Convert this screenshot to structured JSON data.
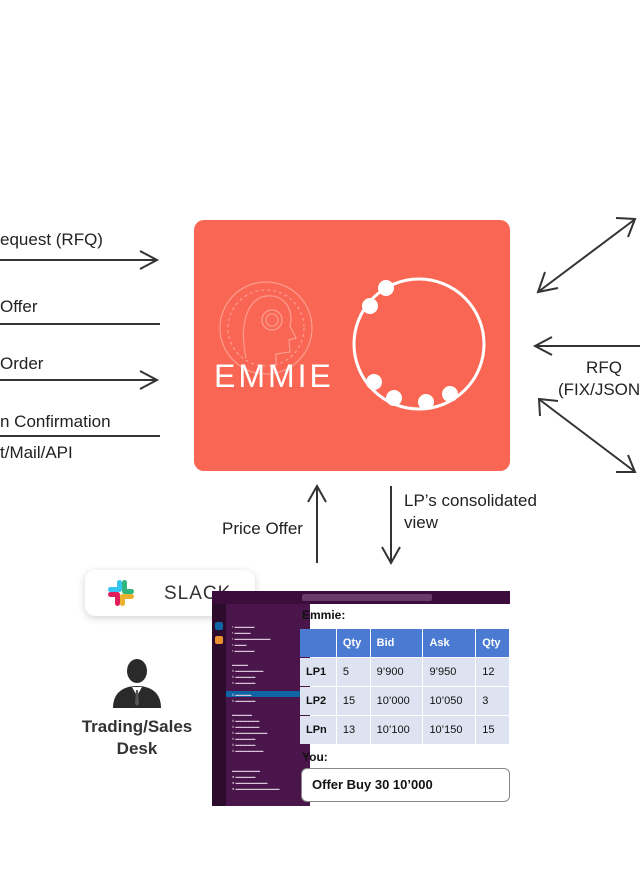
{
  "left_flows": [
    {
      "label": "equest (RFQ)"
    },
    {
      "label": "Offer"
    },
    {
      "label": "Order"
    },
    {
      "label": "n Confirmation",
      "sublabel": "t/Mail/API"
    }
  ],
  "emmie_logo_text": "EMMIE",
  "right_flow": {
    "line1": "RFQ",
    "line2": "(FIX/JSON"
  },
  "price_offer_label": "Price Offer",
  "lp_view_label": {
    "line1": "LP’s consolidated",
    "line2": "view"
  },
  "slack_label": "SLACK",
  "desk_label": {
    "line1": "Trading/Sales",
    "line2": "Desk"
  },
  "chat": {
    "header": "Emmie:",
    "columns": [
      "",
      "Qty",
      "Bid",
      "Ask",
      "Qty"
    ],
    "rows": [
      {
        "lp": "LP1",
        "qty_bid": "5",
        "bid": "9’900",
        "ask": "9’950",
        "qty_ask": "12"
      },
      {
        "lp": "LP2",
        "qty_bid": "15",
        "bid": "10’000",
        "ask": "10’050",
        "qty_ask": "3"
      },
      {
        "lp": "LPn",
        "qty_bid": "13",
        "bid": "10’100",
        "ask": "10’150",
        "qty_ask": "15"
      }
    ],
    "you_label": "You:",
    "message": "Offer Buy 30 10’000"
  },
  "colors": {
    "card": "#f96754",
    "slack_sidebar": "#4a154b",
    "table_header": "#4a7ad1",
    "table_cell": "#dde3f1"
  }
}
